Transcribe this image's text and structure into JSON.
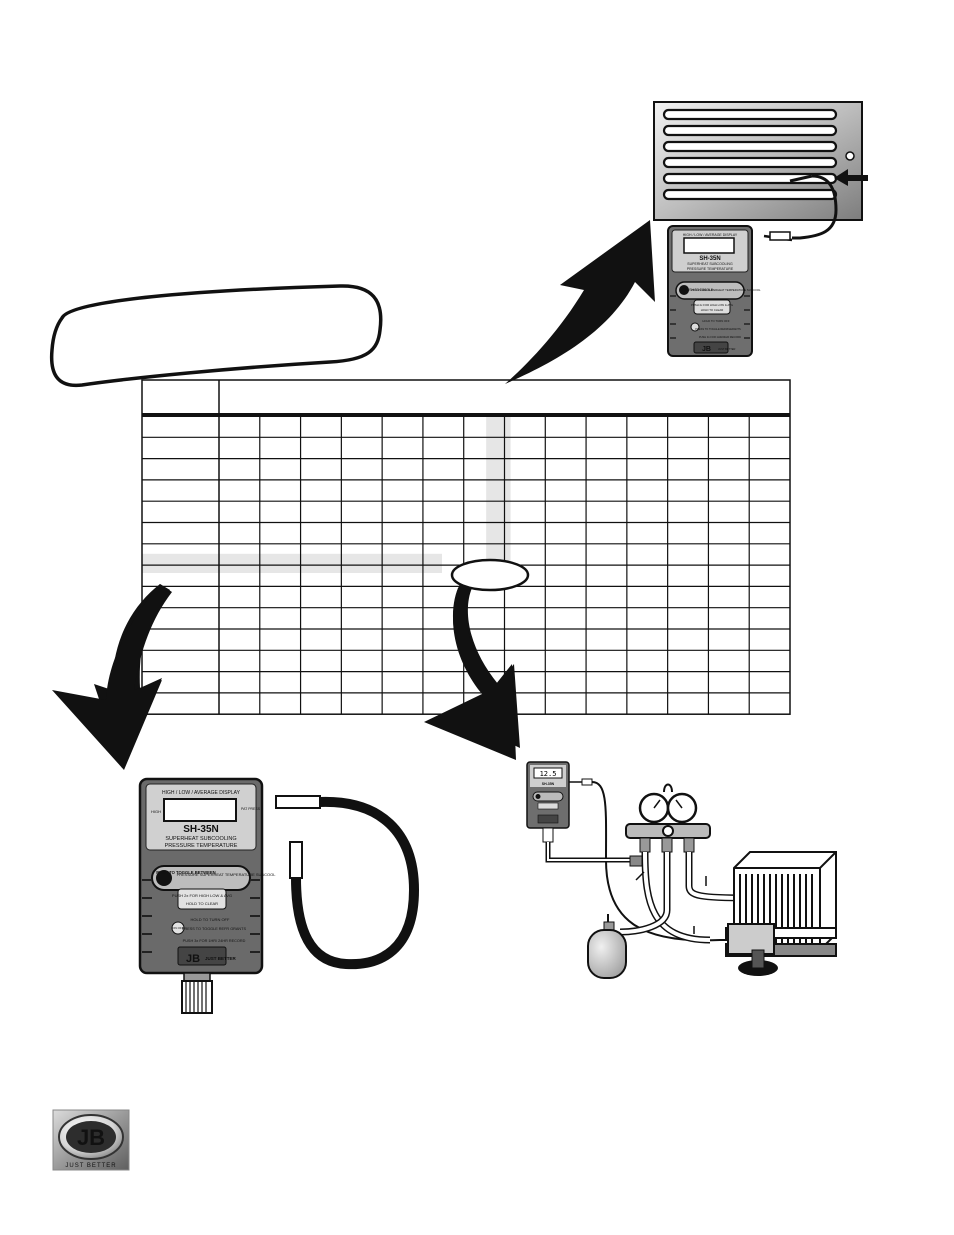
{
  "meters": {
    "top_right": {
      "display_caption": "HIGH / LOW / AVERAGE DISPLAY",
      "model": "SH-35N",
      "line1": "SUPERHEAT  SUBCOOLING",
      "line2": "PRESSURE  TEMPERATURE",
      "btn_toggle": "PUSH TO TOGGLE",
      "btn_right": "PRESSURE SUPERHEAT TEMPERATURE SUBCOOL",
      "push2x": "PUSH 2x FOR HIGH LOW & AVG",
      "hold_clear": "HOLD TO CLEAR",
      "hold_off": "HOLD TO TURN OFF",
      "press_toggle": "PRESS TO TOGGLE REFRIGERANTS",
      "push3x": "PUSH 3x FOR 1HR/24HR RECORD",
      "logo": "JB",
      "logo_tag": "JUST BETTER"
    },
    "bottom_left": {
      "display_caption": "HIGH / LOW / AVERAGE DISPLAY",
      "model": "SH-35N",
      "line1": "SUPERHEAT  SUBCOOLING",
      "line2": "PRESSURE  TEMPERATURE",
      "btn_toggle": "PUSH TO TOGGLE BETWEEN",
      "btn_right": "PRESSURE SUPERHEAT TEMPERATURE SUBCOOL",
      "push2x": "PUSH 2x FOR HIGH LOW & AVG",
      "hold_clear": "HOLD TO CLEAR",
      "hold_off": "HOLD TO TURN OFF",
      "on_off": "ON OFF",
      "press_toggle": "PRESS TO TOGGLE REFR GRANTS",
      "push3x": "PUSH 3x FOR 1HR/ 24HR RECORD",
      "display_left": "HIGH",
      "display_right": "PAT PRESS",
      "logo": "JB",
      "logo_tag": "JUST BETTER"
    },
    "bottom_right": {
      "display_value": "12.5",
      "model": "SH-35N"
    }
  },
  "footer_logo": {
    "letters": "JB",
    "tagline": "JUST BETTER"
  },
  "chart_data": {
    "type": "table",
    "columns": 14,
    "body_rows": 14,
    "highlight_column": 7,
    "highlight_row": 7
  }
}
